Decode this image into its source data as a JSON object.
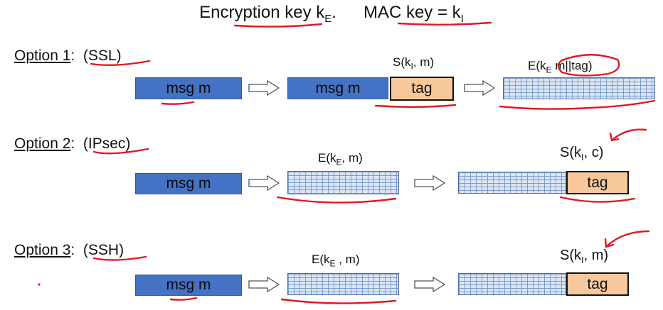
{
  "title": {
    "enc_key": "Encryption key  k",
    "enc_sub": "E",
    "enc_tail": ".",
    "mac_key": "MAC key = k",
    "mac_sub": "I"
  },
  "options": [
    {
      "label": "Option 1",
      "colon": ":",
      "name": "(SSL)"
    },
    {
      "label": "Option 2",
      "colon": ":",
      "name": "(IPsec)"
    },
    {
      "label": "Option 3",
      "colon": ":",
      "name": "(SSH)"
    }
  ],
  "boxes": {
    "msg": "msg  m",
    "tag": "tag"
  },
  "labels": {
    "ssl_mac": {
      "a": "S(k",
      "sub": "I",
      "b": ", m)"
    },
    "ssl_enc": {
      "a": "E(k",
      "sub": "E",
      "b": " m||tag)"
    },
    "ipsec_enc": {
      "a": "E(k",
      "sub": "E",
      "b": ", m)"
    },
    "ipsec_mac": {
      "a": "S(k",
      "sub": "I",
      "b": ", c)"
    },
    "ssh_enc": {
      "a": "E(k",
      "sub": "E",
      "b": " , m)"
    },
    "ssh_mac": {
      "a": "S(k",
      "sub": "I",
      "b": ", m)"
    }
  },
  "colors": {
    "msg_fill": "#4472c4",
    "tag_fill": "#f7c89b",
    "encrypted_fill": "#dbe6f3",
    "annotation": "#e0191f"
  }
}
